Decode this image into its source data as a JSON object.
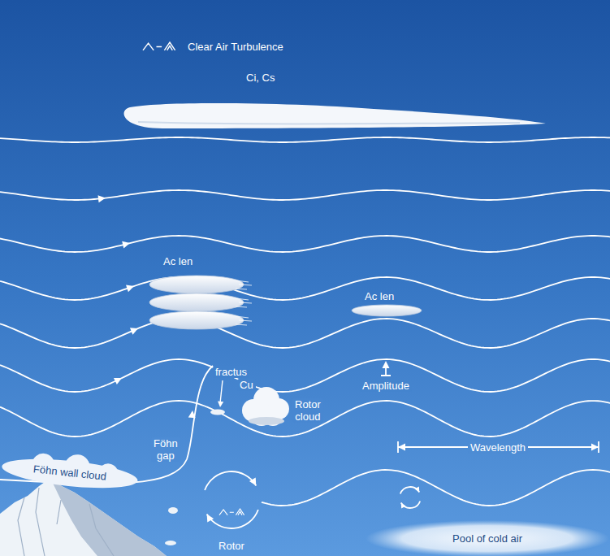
{
  "diagram": {
    "nodes": [
      {
        "text": [
          "Föhn wall cloud"
        ]
      },
      {
        "text": [
          "Pool of cold air"
        ]
      }
    ],
    "labels": [
      "Clear Air Turbulence",
      "Ci, Cs",
      "Ac len",
      "Ac len",
      "Amplitude",
      "fractus",
      "Cu",
      "Föhn gap",
      "Rotor cloud",
      "Wavelength",
      "Rotor"
    ]
  }
}
